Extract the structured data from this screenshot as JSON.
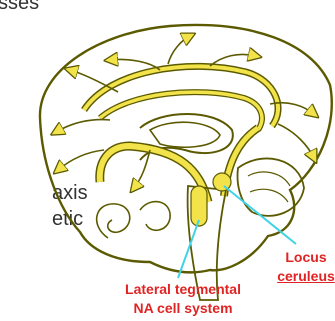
{
  "fragments": {
    "top": "sses",
    "axis": "axis",
    "netic": "etic"
  },
  "labels": {
    "locus_line1": "Locus",
    "locus_line2": "ceruleus",
    "lateral_line1": "Lateral tegmental",
    "lateral_line2": "NA cell system"
  },
  "colors": {
    "pathway_fill": "#f2e34a",
    "outline": "#5c5a00",
    "label_text": "#e02424",
    "pointer_line": "#3fd3e6"
  }
}
